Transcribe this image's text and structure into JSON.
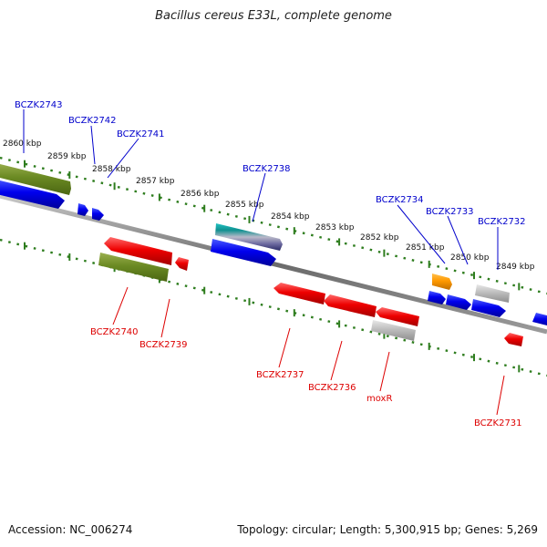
{
  "title": "Bacillus cereus E33L, complete genome",
  "footer": {
    "accession": "Accession: NC_006274",
    "summary": "Topology: circular; Length: 5,300,915 bp; Genes: 5,269"
  },
  "colors": {
    "forward_label": "#0000cc",
    "reverse_label": "#dd0000",
    "tick_track": "#2e7d1e",
    "backbone": "#777777"
  },
  "ticks": [
    {
      "label": "2860 kbp"
    },
    {
      "label": "2859 kbp"
    },
    {
      "label": "2858 kbp"
    },
    {
      "label": "2857 kbp"
    },
    {
      "label": "2856 kbp"
    },
    {
      "label": "2855 kbp"
    },
    {
      "label": "2854 kbp"
    },
    {
      "label": "2853 kbp"
    },
    {
      "label": "2852 kbp"
    },
    {
      "label": "2851 kbp"
    },
    {
      "label": "2850 kbp"
    },
    {
      "label": "2849 kbp"
    }
  ],
  "forward_genes": [
    {
      "name": "BCZK2743"
    },
    {
      "name": "BCZK2742"
    },
    {
      "name": "BCZK2741"
    },
    {
      "name": "BCZK2738"
    },
    {
      "name": "BCZK2734"
    },
    {
      "name": "BCZK2733"
    },
    {
      "name": "BCZK2732"
    }
  ],
  "reverse_genes": [
    {
      "name": "BCZK2740"
    },
    {
      "name": "BCZK2739"
    },
    {
      "name": "BCZK2737"
    },
    {
      "name": "BCZK2736"
    },
    {
      "name": "moxR"
    },
    {
      "name": "BCZK2731"
    }
  ]
}
